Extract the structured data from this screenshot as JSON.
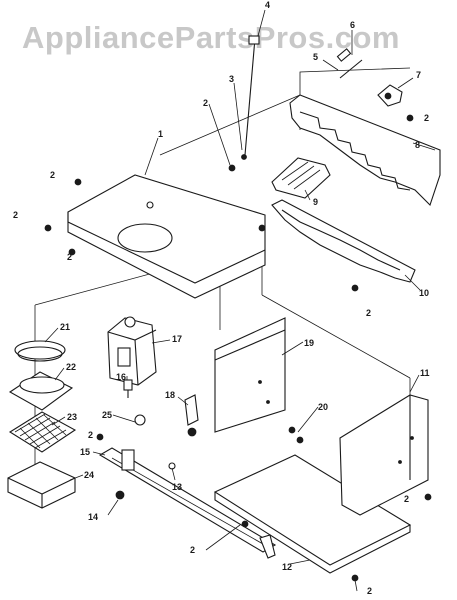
{
  "watermark": "AppliancePartsPros.com",
  "colors": {
    "line": "#1a1a1a",
    "watermark": "#c8c8c8",
    "background": "#ffffff"
  },
  "callouts": [
    "1",
    "2",
    "2",
    "2",
    "2",
    "2",
    "2",
    "2",
    "2",
    "2",
    "2",
    "3",
    "4",
    "5",
    "6",
    "7",
    "8",
    "9",
    "10",
    "11",
    "12",
    "13",
    "14",
    "15",
    "16",
    "17",
    "18",
    "19",
    "20",
    "21",
    "22",
    "23",
    "24",
    "25"
  ]
}
